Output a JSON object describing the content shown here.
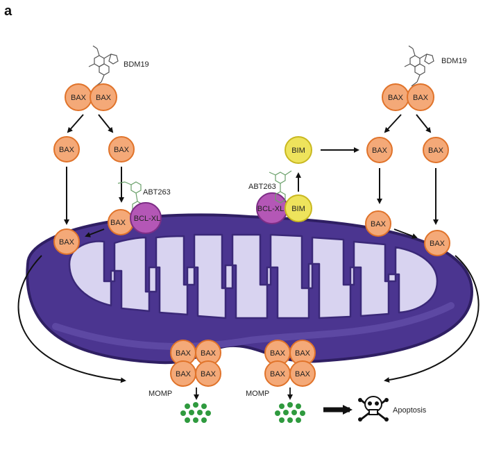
{
  "panel_label": "a",
  "labels": {
    "bdm19_left": "BDM19",
    "bdm19_right": "BDM19",
    "abt263_left": "ABT263",
    "abt263_right": "ABT263",
    "momp_left": "MOMP",
    "momp_right": "MOMP",
    "apoptosis": "Apoptosis"
  },
  "proteins": {
    "bax": "BAX",
    "bim": "BIM",
    "bclxl": "BCL-XL"
  },
  "colors": {
    "bax_fill": "#f4a978",
    "bax_stroke": "#e0732a",
    "bim_fill": "#eee35c",
    "bim_stroke": "#c9b820",
    "bclxl_fill": "#b457b6",
    "bclxl_stroke": "#7d2e86",
    "outer_membrane": "#4b3590",
    "outer_membrane_dark": "#2f1f63",
    "inner_membrane": "#d8d3f0",
    "cyto_c": "#2f9a3e"
  }
}
